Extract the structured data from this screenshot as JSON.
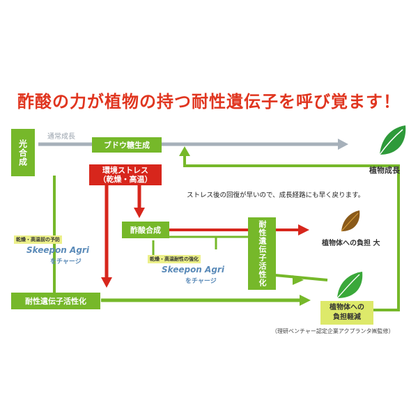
{
  "title": "酢酸の力が植物の持つ耐性遺伝子を呼び覚ます！",
  "nodes": {
    "photosynthesis": "光合成",
    "normal_growth": "通常成長",
    "sugar_production": "ブドウ糖生成",
    "stress_line1": "環境ストレス",
    "stress_line2": "（乾燥・高温）",
    "acetic_synthesis": "酢酸合成",
    "tolerance_activation_vertical": "耐性遺伝子活性化",
    "tolerance_activation": "耐性遺伝子活性化",
    "plant_growth": "植物成長",
    "recovery_note": "ストレス後の回復が早いので、成長経路にも早く戻ります。",
    "burden_large": "植物体への負担 大",
    "burden_reduced_line1": "植物体への",
    "burden_reduced_line2": "負担軽減"
  },
  "products": {
    "tag1": "乾燥・高温前の予防",
    "tag2": "乾燥・高温耐性の強化",
    "brand": "Skeepon Agri",
    "brand_sub": "をチャージ"
  },
  "footnote": "（理研ベンチャー認定企業アクプランタ㈱監修）",
  "colors": {
    "green": "#76b82a",
    "red": "#d7261c",
    "title": "#e0351f",
    "gray_arrow": "#a6b0ba"
  }
}
